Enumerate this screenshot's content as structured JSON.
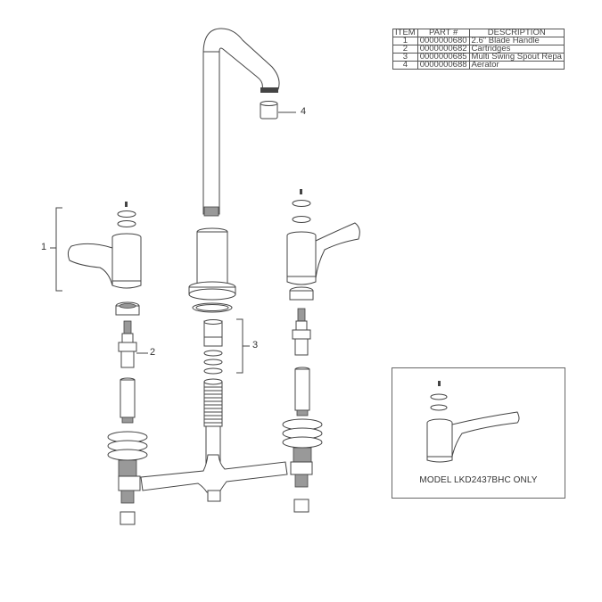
{
  "parts_table": {
    "headers": [
      "ITEM",
      "PART #",
      "DESCRIPTION"
    ],
    "rows": [
      {
        "item": "1",
        "part": "0000000680",
        "description": "2.6\" Blade Handle"
      },
      {
        "item": "2",
        "part": "0000000682",
        "description": "Cartridges"
      },
      {
        "item": "3",
        "part": "0000000685",
        "description": "Multi Swing Spout Repa"
      },
      {
        "item": "4",
        "part": "0000000688",
        "description": "Aerator"
      }
    ]
  },
  "callouts": {
    "handle": "1",
    "cartridge": "2",
    "spout_repair": "3",
    "aerator": "4"
  },
  "inset": {
    "caption": "MODEL LKD2437BHC ONLY"
  }
}
